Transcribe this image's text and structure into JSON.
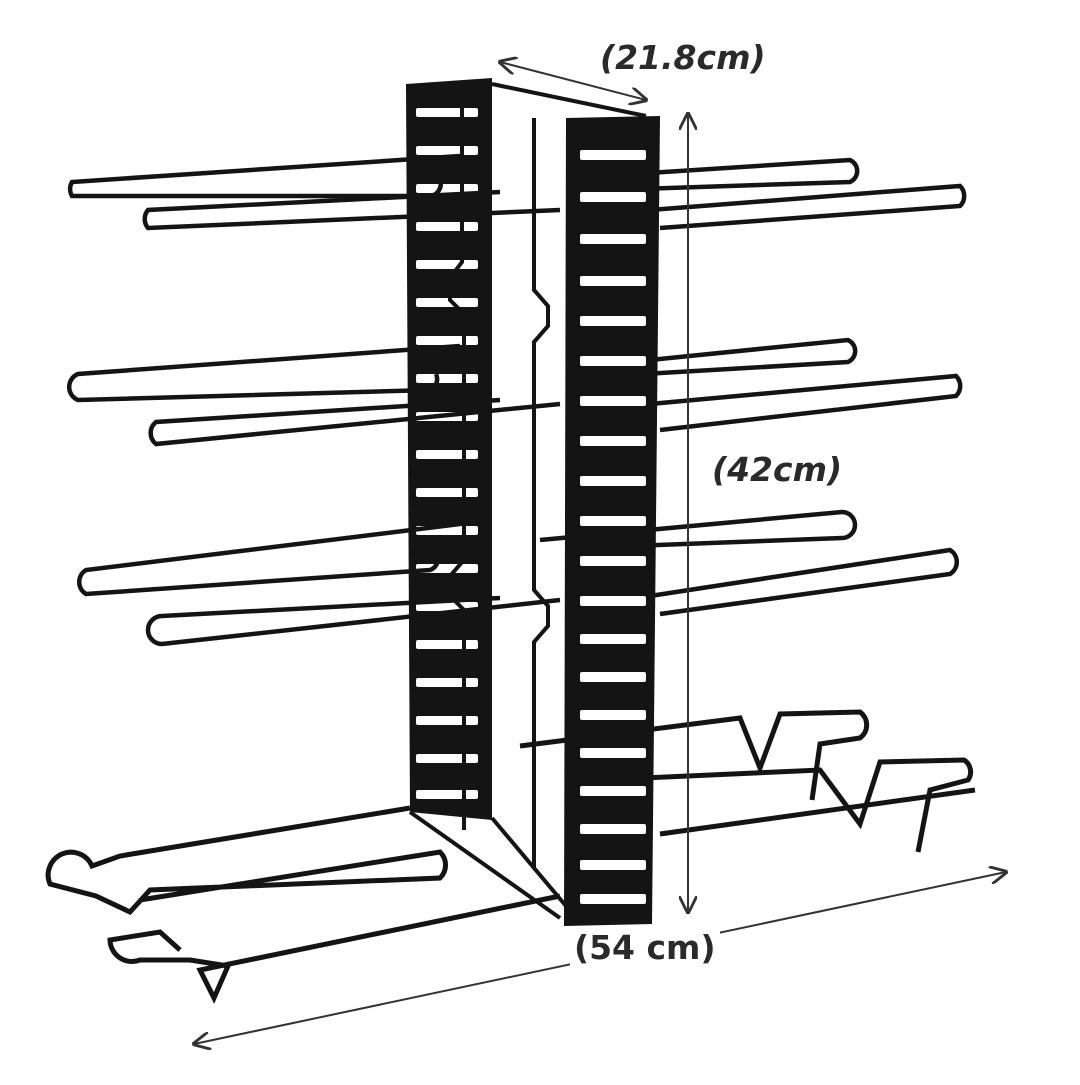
{
  "product": {
    "dimensions": {
      "depth": "(21.8cm)",
      "height": "(42cm)",
      "width": "(54 cm)"
    },
    "colors": {
      "background": "#ffffff",
      "frame": "#141414",
      "dimension_line": "#333333",
      "slot": "#ffffff"
    }
  }
}
